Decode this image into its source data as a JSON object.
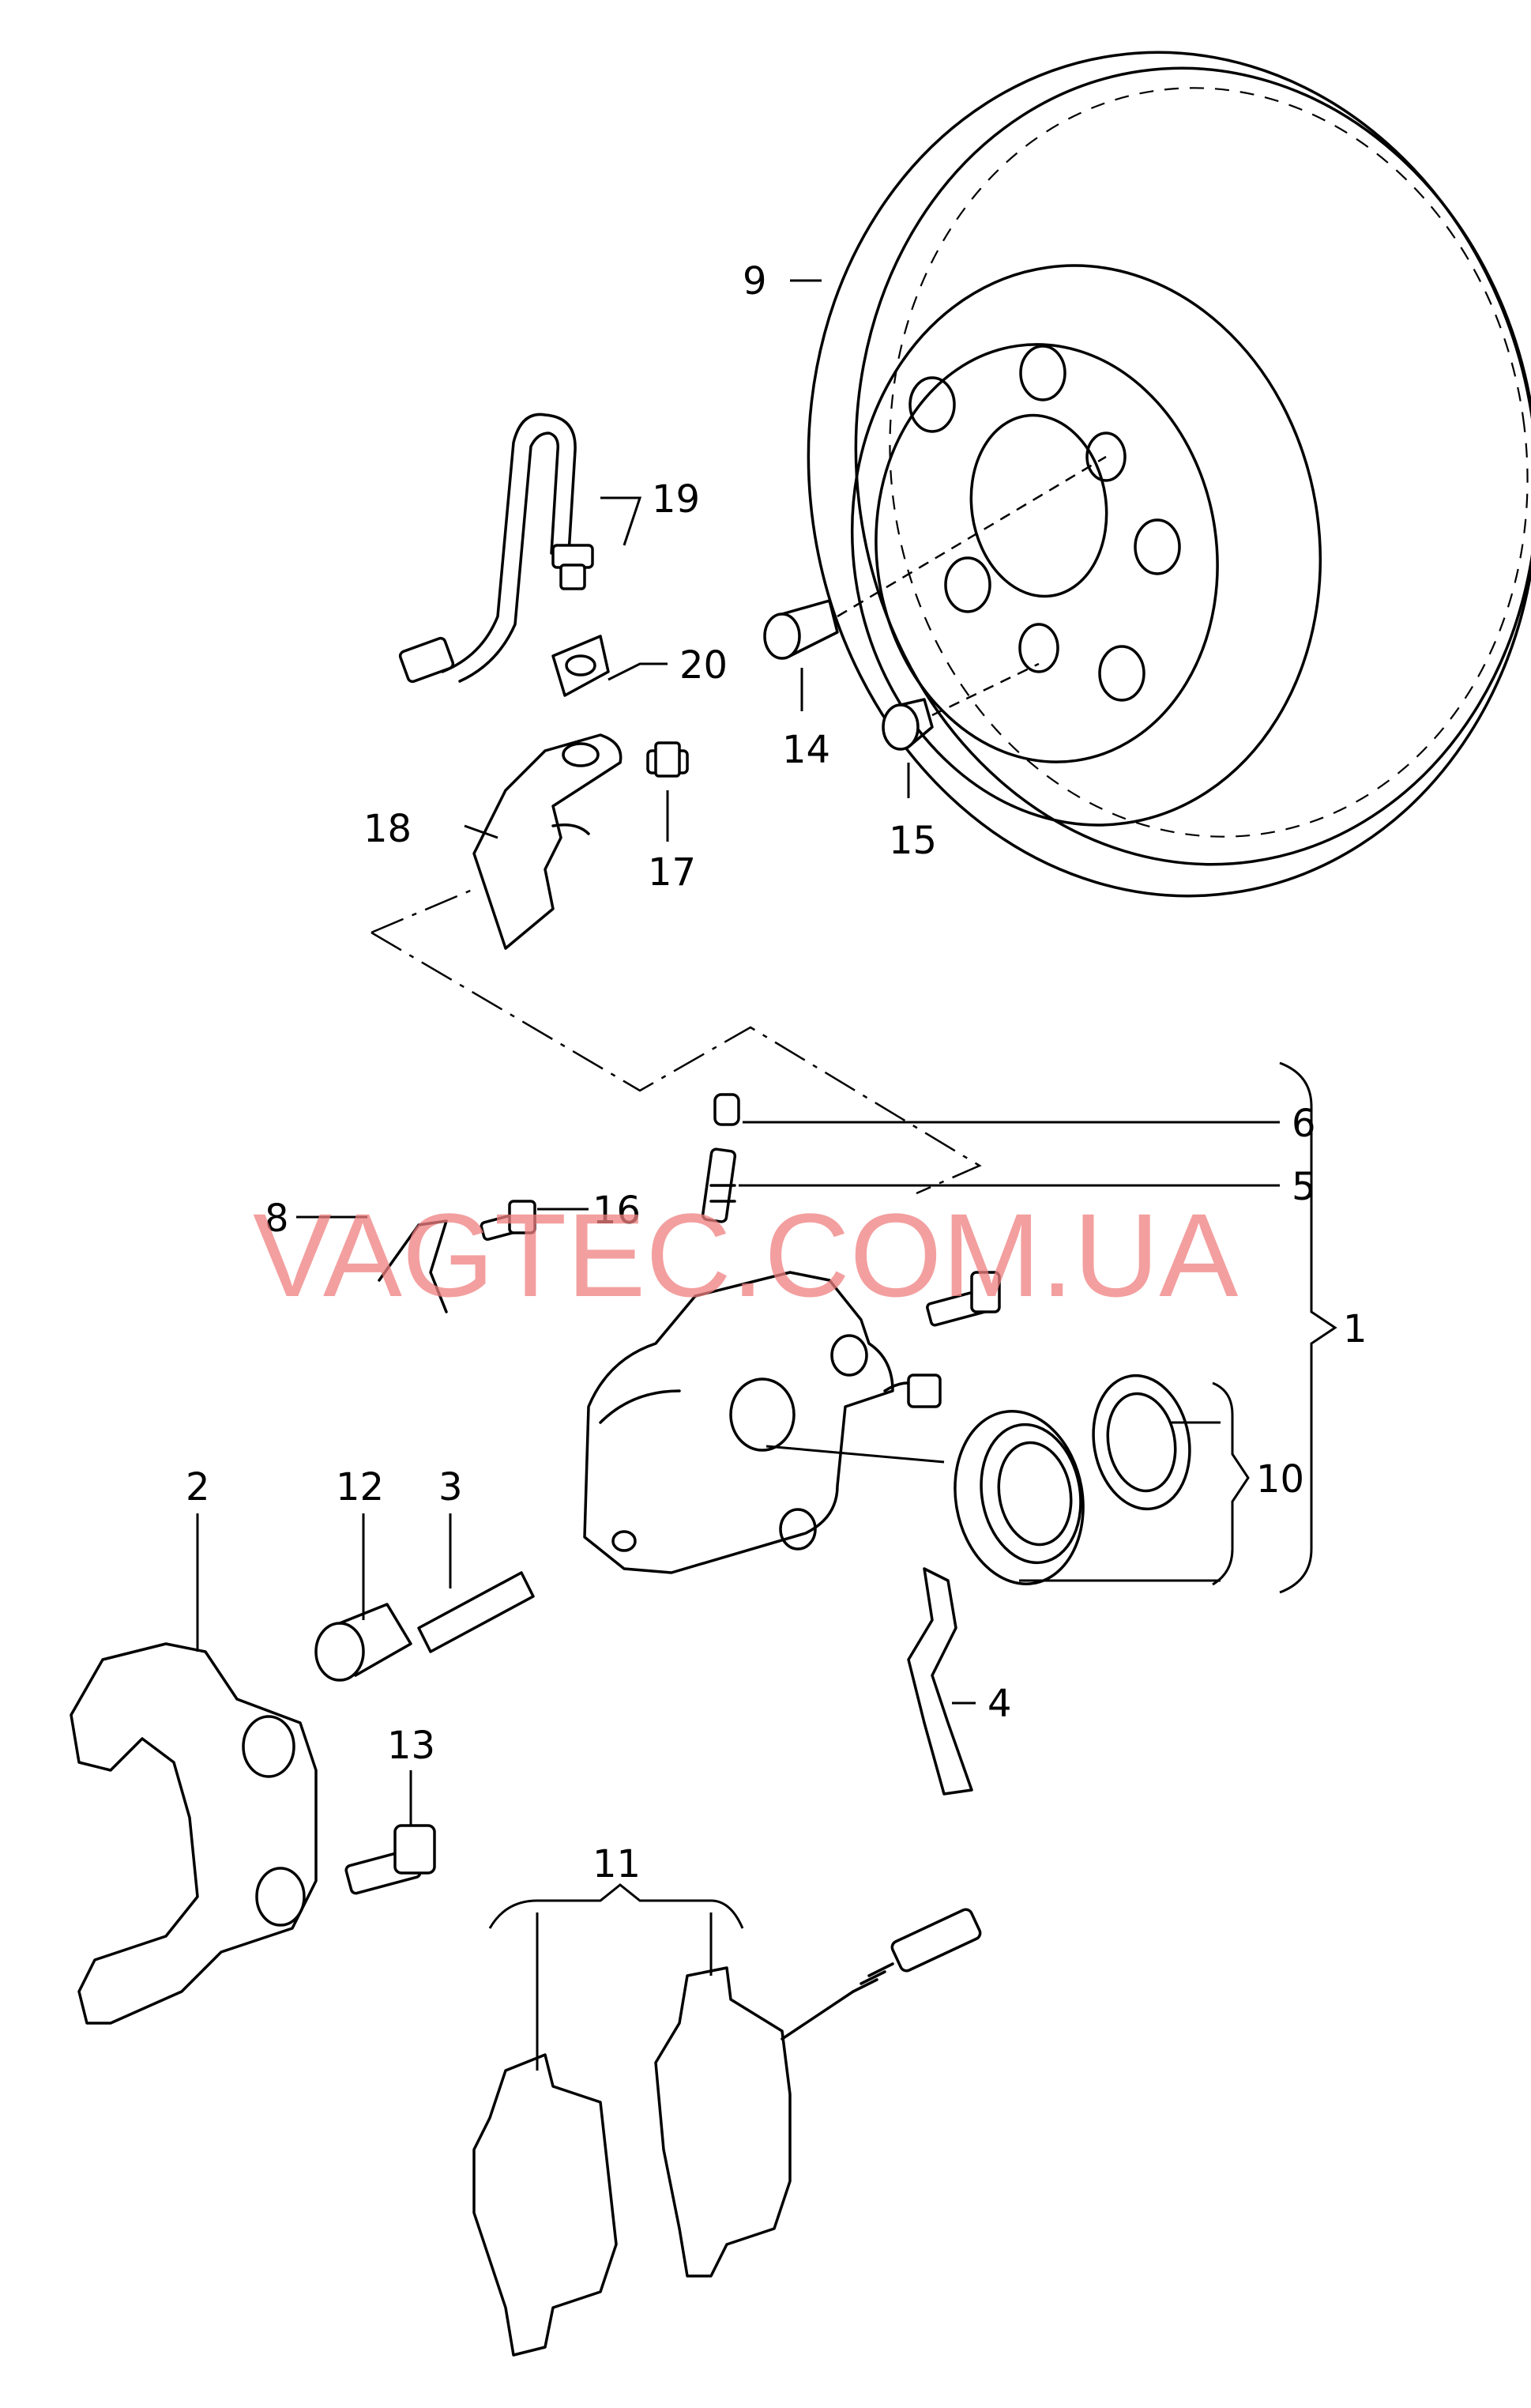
{
  "watermark": "VAGTEC.COM.UA",
  "callouts": [
    {
      "id": "c1",
      "text": "1"
    },
    {
      "id": "c2",
      "text": "2"
    },
    {
      "id": "c3",
      "text": "3"
    },
    {
      "id": "c4",
      "text": "4"
    },
    {
      "id": "c5",
      "text": "5"
    },
    {
      "id": "c6",
      "text": "6"
    },
    {
      "id": "c8",
      "text": "8"
    },
    {
      "id": "c9",
      "text": "9"
    },
    {
      "id": "c10",
      "text": "10"
    },
    {
      "id": "c11",
      "text": "11"
    },
    {
      "id": "c12",
      "text": "12"
    },
    {
      "id": "c13",
      "text": "13"
    },
    {
      "id": "c14",
      "text": "14"
    },
    {
      "id": "c15",
      "text": "15"
    },
    {
      "id": "c16",
      "text": "16"
    },
    {
      "id": "c17",
      "text": "17"
    },
    {
      "id": "c18",
      "text": "18"
    },
    {
      "id": "c19",
      "text": "19"
    },
    {
      "id": "c20",
      "text": "20"
    }
  ]
}
